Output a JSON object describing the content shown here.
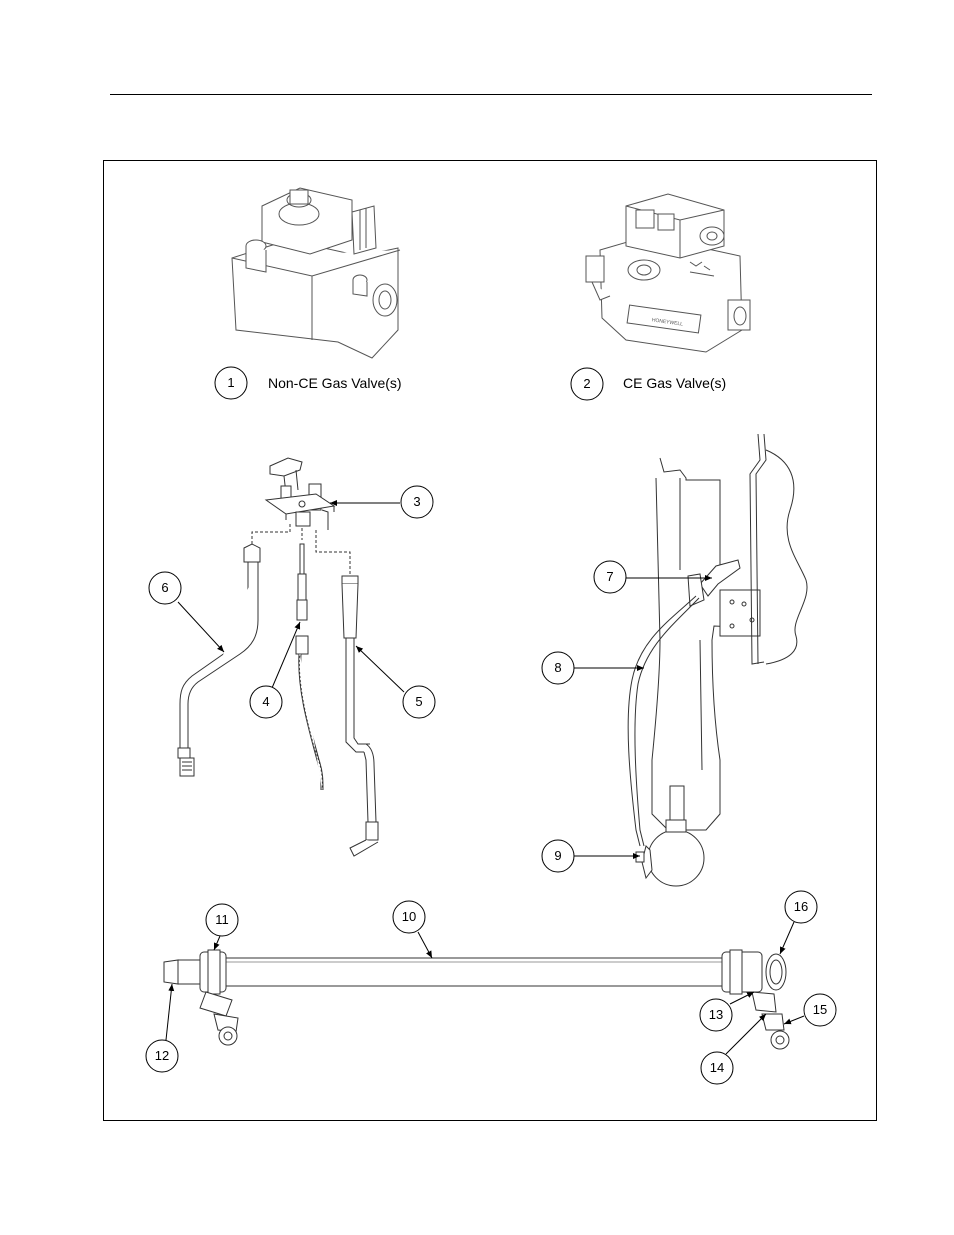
{
  "captions": {
    "non_ce_valve": "Non-CE Gas Valve(s)",
    "ce_valve": "CE Gas Valve(s)"
  },
  "valve_brand_text": "HONEYWELL",
  "callouts": [
    "1",
    "2",
    "3",
    "4",
    "5",
    "6",
    "7",
    "8",
    "9",
    "10",
    "11",
    "12",
    "13",
    "14",
    "15",
    "16"
  ]
}
